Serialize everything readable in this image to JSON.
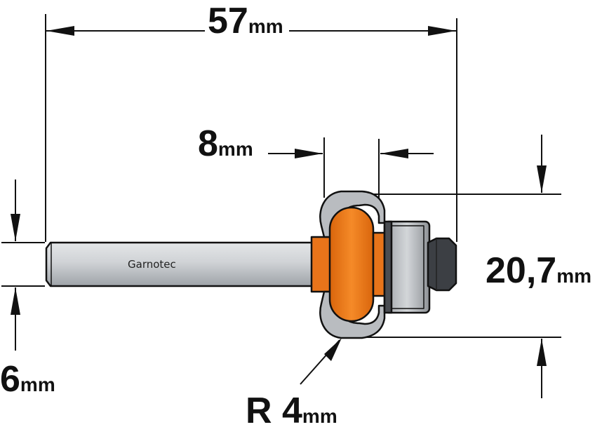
{
  "diagram": {
    "brand_label": "Garnotec",
    "dimensions": {
      "overall_length": {
        "value": "57",
        "unit": "mm"
      },
      "cut_length": {
        "value": "8",
        "unit": "mm"
      },
      "cut_diameter": {
        "value": "20,7",
        "unit": "mm"
      },
      "shank_diameter": {
        "value": "6",
        "unit": "mm"
      },
      "radius": {
        "prefix": "R ",
        "value": "4",
        "unit": "mm"
      }
    },
    "colors": {
      "outline": "#111111",
      "cutter_orange": "#f07d1a",
      "shank_grey": "#c8ccd0",
      "bearing_dark": "#4a4d52",
      "profile_light": "#b9bcc0"
    }
  }
}
